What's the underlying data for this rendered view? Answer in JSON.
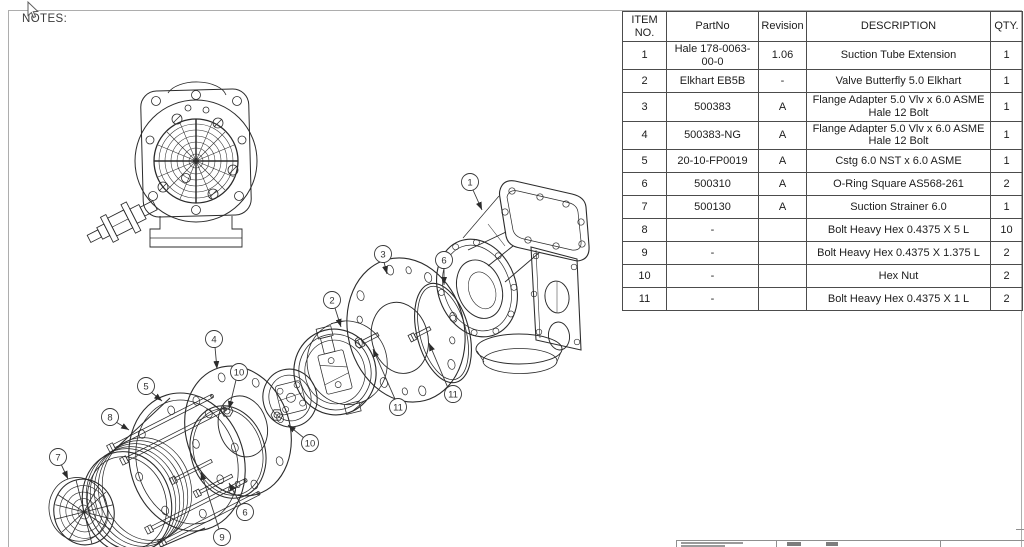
{
  "notes_label": "NOTES:",
  "bom_table": {
    "headers": [
      "ITEM NO.",
      "PartNo",
      "Revision",
      "DESCRIPTION",
      "QTY."
    ],
    "rows": [
      {
        "item": "1",
        "part": "Hale 178-0063-00-0",
        "rev": "1.06",
        "desc": "Suction Tube Extension",
        "qty": "1"
      },
      {
        "item": "2",
        "part": "Elkhart EB5B",
        "rev": "-",
        "desc": "Valve Butterfly 5.0 Elkhart",
        "qty": "1"
      },
      {
        "item": "3",
        "part": "500383",
        "rev": "A",
        "desc": "Flange Adapter 5.0 Vlv x 6.0 ASME Hale 12 Bolt",
        "qty": "1"
      },
      {
        "item": "4",
        "part": "500383-NG",
        "rev": "A",
        "desc": "Flange Adapter 5.0 Vlv x 6.0 ASME Hale 12 Bolt",
        "qty": "1"
      },
      {
        "item": "5",
        "part": "20-10-FP0019",
        "rev": "A",
        "desc": "Cstg 6.0 NST x 6.0 ASME",
        "qty": "1"
      },
      {
        "item": "6",
        "part": "500310",
        "rev": "A",
        "desc": "O-Ring Square AS568-261",
        "qty": "2"
      },
      {
        "item": "7",
        "part": "500130",
        "rev": "A",
        "desc": "Suction Strainer 6.0",
        "qty": "1"
      },
      {
        "item": "8",
        "part": "-",
        "rev": "",
        "desc": "Bolt Heavy Hex 0.4375 X 5 L",
        "qty": "10"
      },
      {
        "item": "9",
        "part": "-",
        "rev": "",
        "desc": "Bolt Heavy Hex 0.4375 X 1.375 L",
        "qty": "2"
      },
      {
        "item": "10",
        "part": "-",
        "rev": "",
        "desc": "Hex Nut",
        "qty": "2"
      },
      {
        "item": "11",
        "part": "-",
        "rev": "",
        "desc": "Bolt Heavy Hex 0.4375 X 1 L",
        "qty": "2"
      }
    ]
  },
  "balloons": [
    "1",
    "2",
    "3",
    "4",
    "5",
    "6",
    "6",
    "7",
    "8",
    "9",
    "10",
    "10",
    "11",
    "11"
  ],
  "colors": {
    "line_art": "#2b2b2b",
    "table_border": "#4c4c4c",
    "sheet_frame": "#adadad",
    "background": "#ffffff"
  }
}
